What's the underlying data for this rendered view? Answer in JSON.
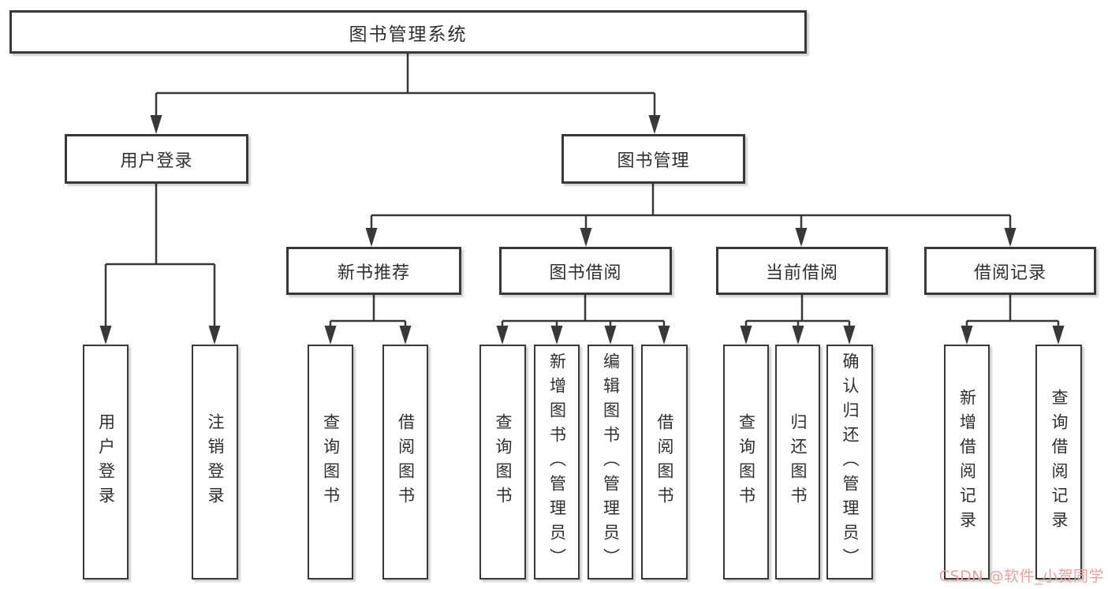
{
  "tree": {
    "root": {
      "label": "图书管理系统",
      "children": [
        {
          "label": "用户登录",
          "children": [
            {
              "label": "用户登录"
            },
            {
              "label": "注销登录"
            }
          ]
        },
        {
          "label": "图书管理",
          "children": [
            {
              "label": "新书推荐",
              "children": [
                {
                  "label": "查询图书"
                },
                {
                  "label": "借阅图书"
                }
              ]
            },
            {
              "label": "图书借阅",
              "children": [
                {
                  "label": "查询图书"
                },
                {
                  "label": "新增图书（管理员）"
                },
                {
                  "label": "编辑图书（管理员）"
                },
                {
                  "label": "借阅图书"
                }
              ]
            },
            {
              "label": "当前借阅",
              "children": [
                {
                  "label": "查询图书"
                },
                {
                  "label": "归还图书"
                },
                {
                  "label": "确认归还（管理员）"
                }
              ]
            },
            {
              "label": "借阅记录",
              "children": [
                {
                  "label": "新增借阅记录"
                },
                {
                  "label": "查询借阅记录"
                }
              ]
            }
          ]
        }
      ]
    }
  },
  "watermark": {
    "text": "CSDN @软件_小贺同学",
    "color": "#eb9f9f"
  },
  "colors": {
    "line": "#383838",
    "box_border": "#383838",
    "text": "#2f2f2f",
    "background": "#ffffff"
  }
}
